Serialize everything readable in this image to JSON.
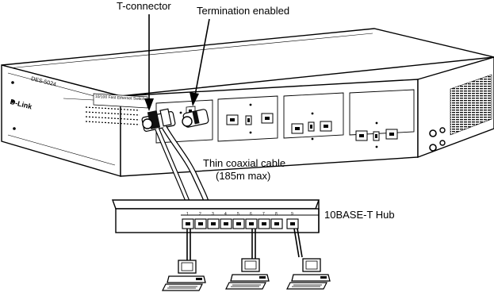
{
  "labels": {
    "t_connector": "T-connector",
    "termination": "Termination enabled",
    "cable_line1": "Thin coaxial cable",
    "cable_line2": "(185m max)",
    "hub": "10BASE-T Hub"
  },
  "switch": {
    "brand": "D-Link",
    "model": "DES-5024",
    "panel_title": "10/100 Fast Ethernet Switch"
  },
  "hub_ports": [
    "1",
    "2",
    "3",
    "4",
    "5",
    "6",
    "7",
    "8",
    "9"
  ]
}
